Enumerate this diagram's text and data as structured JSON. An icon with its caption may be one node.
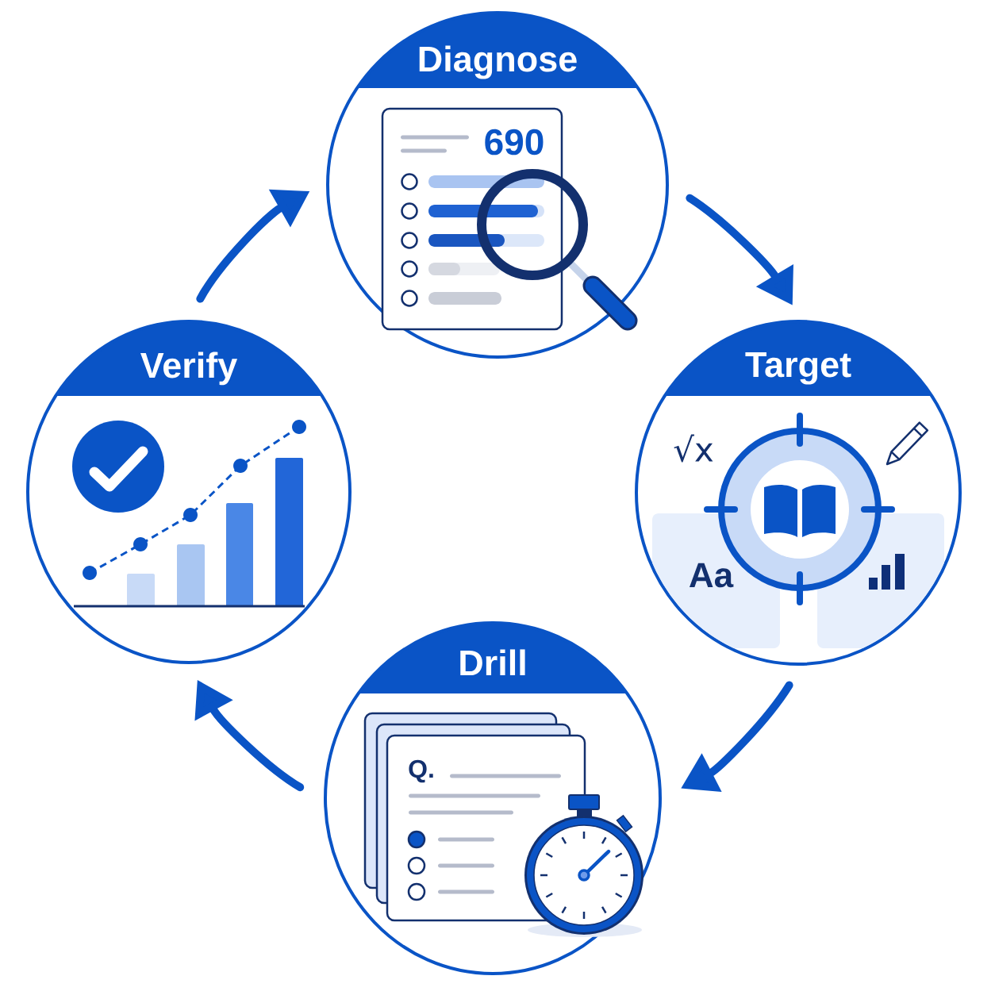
{
  "diagram": {
    "nodes": [
      {
        "text": [
          "Diagnose"
        ]
      },
      {
        "text": [
          "Target"
        ]
      },
      {
        "text": [
          "Drill"
        ]
      },
      {
        "text": [
          "Verify"
        ]
      }
    ],
    "edges": [
      {
        "from": 0,
        "to": 1,
        "arrow": "to"
      },
      {
        "from": 1,
        "to": 2,
        "arrow": "to"
      },
      {
        "from": 2,
        "to": 3,
        "arrow": "to"
      },
      {
        "from": 3,
        "to": 0,
        "arrow": "to"
      }
    ],
    "labels": [
      "690",
      "√x",
      "Aa",
      "Q."
    ]
  }
}
